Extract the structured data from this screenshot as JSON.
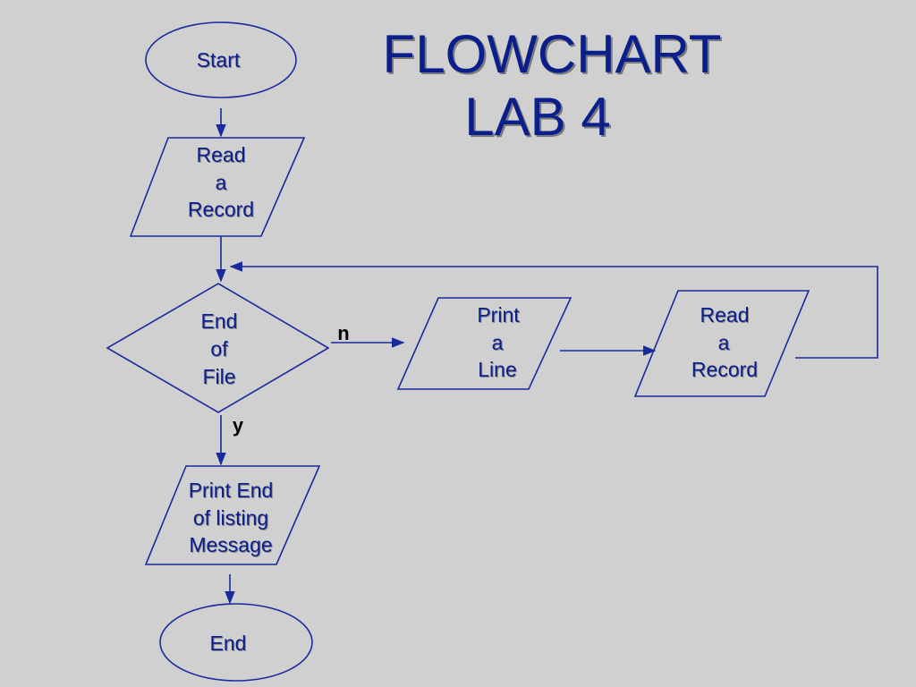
{
  "title": {
    "line1": "FLOWCHART",
    "line2": "LAB 4"
  },
  "nodes": {
    "start": "Start",
    "read_record_1": [
      "Read",
      "a",
      "Record"
    ],
    "decision": [
      "End",
      "of",
      "File"
    ],
    "print_end": [
      "Print End",
      "of listing",
      "Message"
    ],
    "end": "End",
    "print_line": [
      "Print",
      "a",
      "Line"
    ],
    "read_record_2": [
      "Read",
      "a",
      "Record"
    ]
  },
  "edge_labels": {
    "no": "n",
    "yes": "y"
  },
  "colors": {
    "background": "#d0d0d0",
    "title_text": "#0a1e8c",
    "node_text": "#0a1e8c",
    "stroke": "#1a2a9c",
    "edge_label": "#000000"
  }
}
